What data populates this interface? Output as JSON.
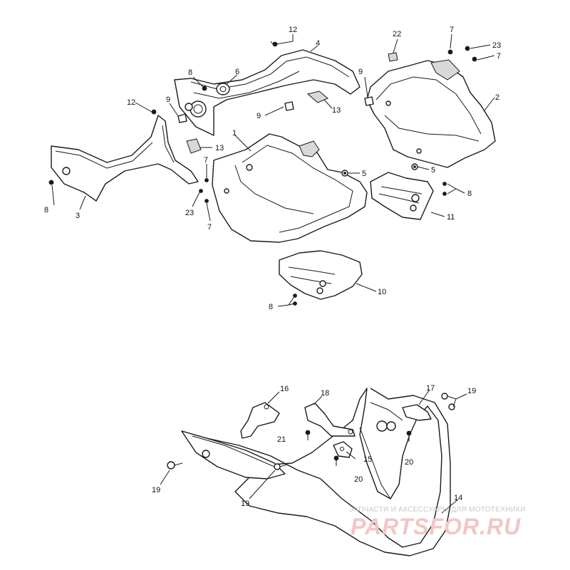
{
  "callouts": {
    "c1": "1",
    "c2": "2",
    "c3": "3",
    "c4": "4",
    "c5a": "5",
    "c5b": "5",
    "c6": "6",
    "c7a": "7",
    "c7b": "7",
    "c7c": "7",
    "c7d": "7",
    "c8a": "8",
    "c8b": "8",
    "c8c": "8",
    "c8d": "8",
    "c9a": "9",
    "c9b": "9",
    "c9c": "9",
    "c10": "10",
    "c11": "11",
    "c12a": "12",
    "c12b": "12",
    "c13a": "13",
    "c13b": "13",
    "c14": "14",
    "c15": "15",
    "c16": "16",
    "c17": "17",
    "c18": "18",
    "c19a": "19",
    "c19b": "19",
    "c19c": "19",
    "c20a": "20",
    "c20b": "20",
    "c21": "21",
    "c22": "22",
    "c23a": "23",
    "c23b": "23"
  },
  "watermark": {
    "tagline": "ЗАПЧАСТИ И АКСЕССУАРЫ ДЛЯ МОТОТЕХНИКИ",
    "brand": "PARTSFOR.RU",
    "color": "#f2c6c6"
  }
}
